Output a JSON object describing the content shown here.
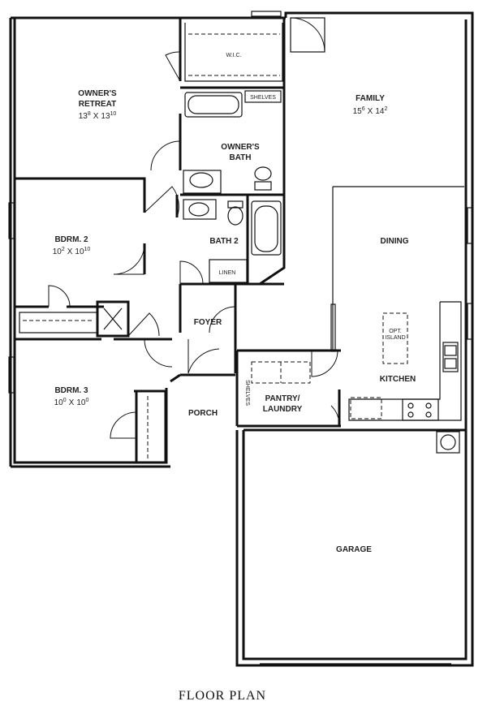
{
  "title": "FLOOR PLAN",
  "rooms": {
    "owners_retreat": {
      "name": "OWNER'S RETREAT",
      "line1": "OWNER'S",
      "line2": "RETREAT",
      "dim_a": "13",
      "dim_a_sup": "8",
      "dim_x": "X",
      "dim_b": "13",
      "dim_b_sup": "10"
    },
    "wic": {
      "name": "W.I.C."
    },
    "owners_bath": {
      "line1": "OWNER'S",
      "line2": "BATH"
    },
    "family": {
      "name": "FAMILY",
      "dim_a": "15",
      "dim_a_sup": "6",
      "dim_x": "X",
      "dim_b": "14",
      "dim_b_sup": "2"
    },
    "bdrm2": {
      "name": "BDRM. 2",
      "dim_a": "10",
      "dim_a_sup": "2",
      "dim_x": "X",
      "dim_b": "10",
      "dim_b_sup": "10"
    },
    "bath2": {
      "name": "BATH 2"
    },
    "linen": {
      "name": "LINEN"
    },
    "dining": {
      "name": "DINING"
    },
    "opt_island": {
      "line1": "OPT.",
      "line2": "ISLAND"
    },
    "foyer": {
      "name": "FOYER"
    },
    "kitchen": {
      "name": "KITCHEN"
    },
    "bdrm3": {
      "name": "BDRM. 3",
      "dim_a": "10",
      "dim_a_sup": "0",
      "dim_x": "X",
      "dim_b": "10",
      "dim_b_sup": "0"
    },
    "porch": {
      "name": "PORCH"
    },
    "pantry": {
      "line1": "PANTRY/",
      "line2": "LAUNDRY"
    },
    "garage": {
      "name": "GARAGE"
    }
  },
  "notes": {
    "shelves_bath": "SHELVES",
    "shelves_pantry": "SHELVES"
  }
}
